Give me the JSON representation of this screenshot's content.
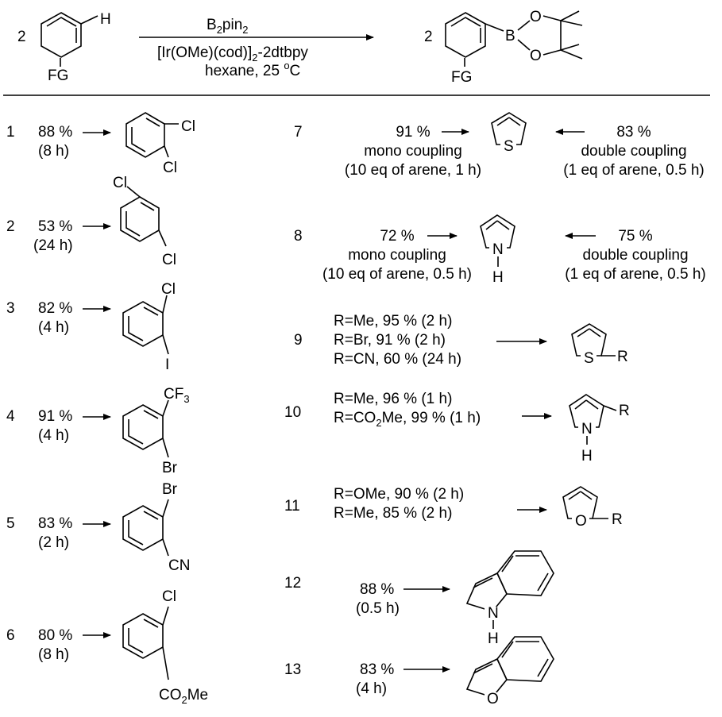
{
  "scheme": {
    "left_coeff": "2",
    "right_coeff": "2",
    "h_label": "H",
    "fg_label": "FG",
    "boron_label": "B",
    "oxygen_label": "O",
    "reagent_main": "B",
    "reagent_sub": "2",
    "reagent_rest": "pin",
    "reagent_sub2": "2",
    "catalyst_main": "[Ir(OMe)(cod)]",
    "catalyst_sub": "2",
    "catalyst_rest": "-2dtbpy",
    "cond_main": "hexane, 25 ",
    "cond_sup": "o",
    "cond_unit": "C"
  },
  "entries": [
    {
      "num": "1",
      "yield": "88 %",
      "time": "(8 h)",
      "subs": [
        "Cl",
        "Cl"
      ]
    },
    {
      "num": "2",
      "yield": "53 %",
      "time": "(24 h)",
      "subs": [
        "Cl",
        "Cl"
      ]
    },
    {
      "num": "3",
      "yield": "82 %",
      "time": "(4 h)",
      "subs": [
        "Cl",
        "I"
      ]
    },
    {
      "num": "4",
      "yield": "91 %",
      "time": "(4 h)",
      "subs": [
        "CF",
        "3",
        "Br"
      ]
    },
    {
      "num": "5",
      "yield": "83 %",
      "time": "(2 h)",
      "subs": [
        "Br",
        "CN"
      ]
    },
    {
      "num": "6",
      "yield": "80 %",
      "time": "(8 h)",
      "subs": [
        "Cl",
        "CO",
        "2",
        "Me"
      ]
    },
    {
      "num": "7",
      "left": [
        "91 %",
        "mono coupling",
        "(10 eq of arene, 1 h)"
      ],
      "right": [
        "83 %",
        "double coupling",
        "(1 eq of arene, 0.5 h)"
      ],
      "het": "S"
    },
    {
      "num": "8",
      "left": [
        "72 %",
        "mono coupling",
        "(10 eq of arene, 0.5 h)"
      ],
      "right": [
        "75 %",
        "double coupling",
        "(1 eq of arene, 0.5 h)"
      ],
      "het": [
        "N",
        "H"
      ]
    },
    {
      "num": "9",
      "lines": [
        "R=Me, 95 % (2 h)",
        "R=Br, 91 % (2 h)",
        "R=CN, 60 % (24 h)"
      ],
      "het": "S",
      "r": "R"
    },
    {
      "num": "10",
      "lines": [
        "R=Me, 96 % (1 h)",
        "R=CO",
        "2",
        "Me, 99 % (1 h)"
      ],
      "het": [
        "N",
        "H"
      ],
      "r": "R"
    },
    {
      "num": "11",
      "lines": [
        "R=OMe, 90 % (2 h)",
        "R=Me, 85 % (2 h)"
      ],
      "het": "O",
      "r": "R"
    },
    {
      "num": "12",
      "yield": "88 %",
      "time": "(0.5 h)",
      "het": [
        "N",
        "H"
      ]
    },
    {
      "num": "13",
      "yield": "83 %",
      "time": "(4 h)",
      "het": "O"
    }
  ]
}
